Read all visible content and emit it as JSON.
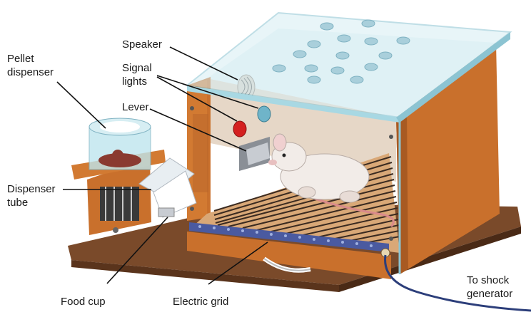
{
  "labels": {
    "pellet_dispenser": [
      "Pellet",
      "dispenser"
    ],
    "speaker": "Speaker",
    "signal_lights": [
      "Signal",
      "lights"
    ],
    "lever": "Lever",
    "dispenser_tube": [
      "Dispenser",
      "tube"
    ],
    "food_cup": "Food cup",
    "electric_grid": "Electric grid",
    "to_shock_generator": [
      "To shock",
      "generator"
    ]
  },
  "colors": {
    "wood": "#c9702c",
    "wood_dark": "#9c5220",
    "base": "#7a4a2a",
    "glass": "#bfe6ee",
    "signal_light_red": "#d42020",
    "signal_light_blue": "#6fb4c9",
    "grid_bar": "#4a5aa0",
    "rat": "#f2ece8",
    "tail": "#d98a8a",
    "wire": "#2c3e7a"
  }
}
